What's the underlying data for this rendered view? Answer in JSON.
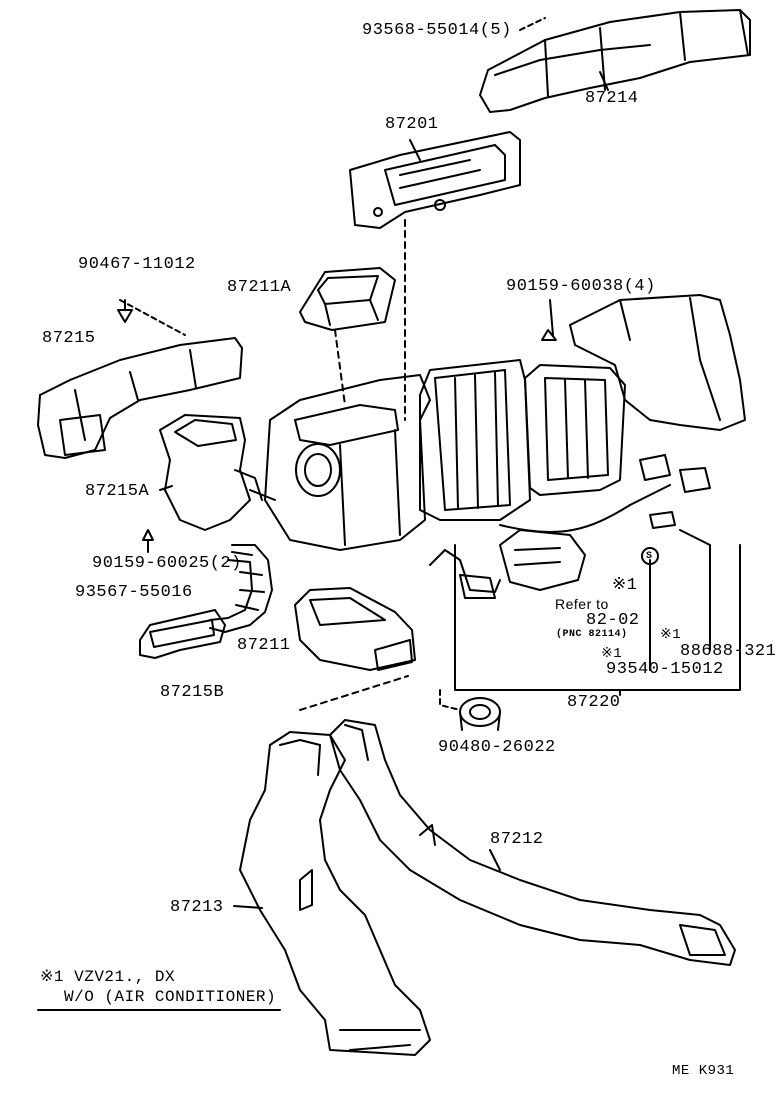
{
  "parts": {
    "p93568": "93568-55014(5)",
    "p87214": "87214",
    "p87201": "87201",
    "p90467": "90467-11012",
    "p87211A": "87211A",
    "p90159_38": "90159-60038(4)",
    "p87215": "87215",
    "p87215A": "87215A",
    "p90159_25": "90159-60025(2)",
    "p93567": "93567-55016",
    "p87211": "87211",
    "p87215B": "87215B",
    "p87220": "87220",
    "p90480": "90480-26022",
    "p87212": "87212",
    "p87213": "87213",
    "p88688": "88688-321",
    "p93540": "93540-15012"
  },
  "marks": {
    "star1_a": "※1",
    "star1_b": "※1",
    "star1_c": "※1",
    "circle_s": "S"
  },
  "refer": {
    "line1": "Refer to",
    "line2": "82-02",
    "line3": "(PNC 82114)"
  },
  "footnote": {
    "line1": "※1 VZV21., DX",
    "line2": "W/O (AIR CONDITIONER)"
  },
  "code": "ME K931"
}
